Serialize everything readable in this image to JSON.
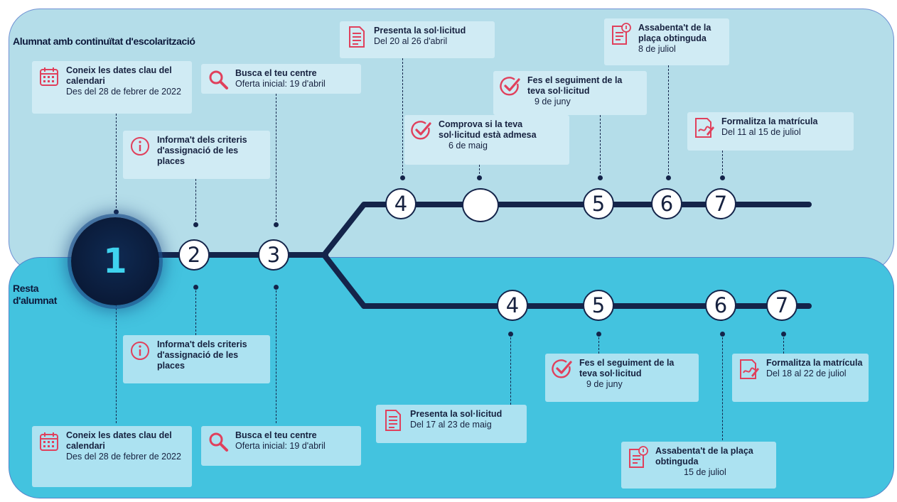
{
  "sections": {
    "top_title": "Alumnat amb continuïtat d'escolarització",
    "bottom_title": "Resta d'alumnat"
  },
  "colors": {
    "icon_red": "#e0405c",
    "track": "#14244a",
    "top_panel": "#b4dde9",
    "bottom_panel": "#43c3df",
    "start_number": "#3fd3ee"
  },
  "start_node": {
    "label": "1"
  },
  "nodes": {
    "shared_2": "2",
    "shared_3": "3",
    "top_4": "4",
    "top_check": "",
    "top_5": "5",
    "top_6": "6",
    "top_7": "7",
    "bottom_4": "4",
    "bottom_5": "5",
    "bottom_6": "6",
    "bottom_7": "7"
  },
  "cards": {
    "top_dates": {
      "icon": "calendar-icon",
      "title": "Coneix les dates clau del calendari",
      "subtitle": "Des del 28 de febrer de 2022"
    },
    "top_search": {
      "icon": "search-icon",
      "title": "Busca el teu centre",
      "subtitle": "Oferta inicial: 19 d'abril"
    },
    "top_info": {
      "icon": "info-icon",
      "title": "Informa't dels criteris d'assignació de les places",
      "subtitle": ""
    },
    "top_apply": {
      "icon": "document-icon",
      "title": "Presenta la sol·licitud",
      "subtitle": "Del 20 al 26 d'abril"
    },
    "top_check": {
      "icon": "check-icon",
      "title": "Comprova si la teva sol·licitud està admesa",
      "subtitle": "6 de maig"
    },
    "top_track": {
      "icon": "check-icon",
      "title": "Fes el seguiment de la teva  sol·licitud",
      "subtitle": "9 de juny"
    },
    "top_place": {
      "icon": "notice-document-icon",
      "title": "Assabenta't de la plaça obtinguda",
      "subtitle": "8 de juliol"
    },
    "top_enrol": {
      "icon": "enrolment-form-icon",
      "title": "Formalitza la matrícula",
      "subtitle": "Del 11 al 15 de juliol"
    },
    "bottom_info": {
      "icon": "info-icon",
      "title": "Informa't dels criteris d'assignació de les places",
      "subtitle": ""
    },
    "bottom_dates": {
      "icon": "calendar-icon",
      "title": "Coneix les dates clau del calendari",
      "subtitle": "Des del 28 de febrer de 2022"
    },
    "bottom_search": {
      "icon": "search-icon",
      "title": "Busca el teu centre",
      "subtitle": "Oferta inicial: 19 d'abril"
    },
    "bottom_apply": {
      "icon": "document-icon",
      "title": "Presenta la sol·licitud",
      "subtitle": "Del 17 al 23 de maig"
    },
    "bottom_track": {
      "icon": "check-icon",
      "title": "Fes el seguiment de la teva  sol·licitud",
      "subtitle": "9 de juny"
    },
    "bottom_enrol": {
      "icon": "enrolment-form-icon",
      "title": "Formalitza la matrícula",
      "subtitle": "Del 18 al 22 de juliol"
    },
    "bottom_place": {
      "icon": "notice-document-icon",
      "title": "Assabenta't de la plaça obtinguda",
      "subtitle": "15 de juliol"
    }
  }
}
